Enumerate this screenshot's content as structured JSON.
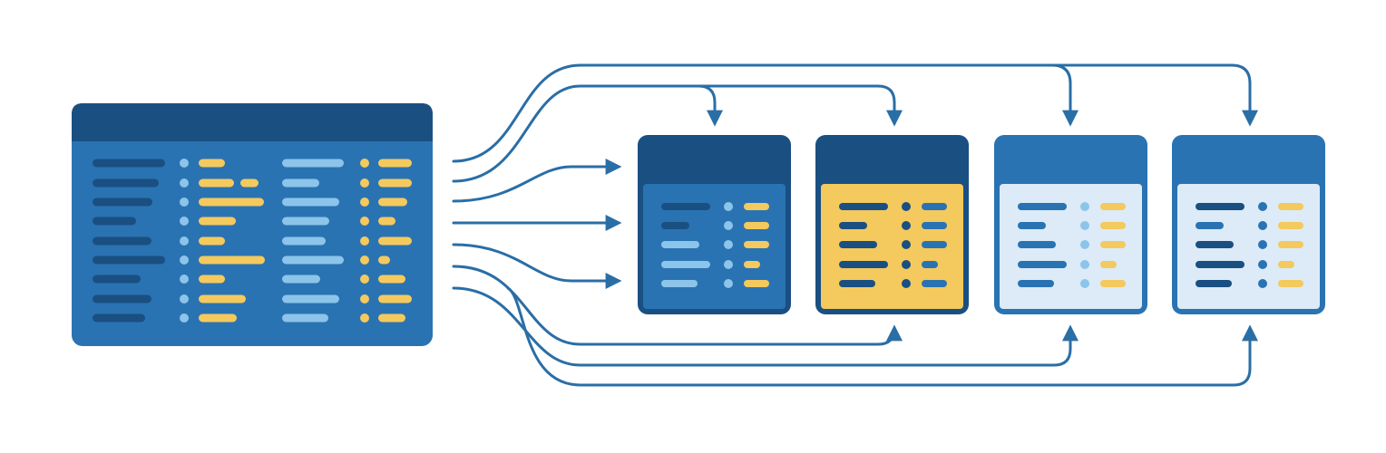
{
  "colors": {
    "background": "#ffffff",
    "dark_blue": "#1a4f82",
    "mid_blue": "#2a73b2",
    "light_blue": "#8cc4ea",
    "yellow": "#f4c95d",
    "pale_blue": "#dcebf7",
    "connector": "#2a6ea6"
  },
  "source_table": {
    "row_count": 9,
    "rows": [
      {
        "c1": 80,
        "c2": [
          29
        ],
        "c3": 68,
        "c4": 37
      },
      {
        "c1": 73,
        "c2": [
          39,
          20
        ],
        "c3": 41,
        "c4": 37
      },
      {
        "c1": 66,
        "c2": [
          72
        ],
        "c3": 63,
        "c4": 32
      },
      {
        "c1": 48,
        "c2": [
          41
        ],
        "c3": 52,
        "c4": 19
      },
      {
        "c1": 65,
        "c2": [
          29
        ],
        "c3": 48,
        "c4": 37
      },
      {
        "c1": 80,
        "c2": [
          73
        ],
        "c3": 68,
        "c4": 13
      },
      {
        "c1": 53,
        "c2": [
          29
        ],
        "c3": 42,
        "c4": 30
      },
      {
        "c1": 65,
        "c2": [
          52
        ],
        "c3": 63,
        "c4": 37
      },
      {
        "c1": 58,
        "c2": [
          42
        ],
        "c3": 51,
        "c4": 30
      }
    ]
  },
  "target_tables": [
    {
      "variant": "dark",
      "header": "dark_blue",
      "border": "dark_blue",
      "body": "mid_blue",
      "c1": [
        "dark_blue",
        "dark_blue",
        "light_blue",
        "light_blue",
        "light_blue"
      ],
      "dot": "light_blue",
      "c2": "yellow"
    },
    {
      "variant": "yellow",
      "header": "dark_blue",
      "border": "dark_blue",
      "body": "yellow",
      "c1": [
        "dark_blue",
        "dark_blue",
        "dark_blue",
        "dark_blue",
        "dark_blue"
      ],
      "dot": "dark_blue",
      "c2": "mid_blue"
    },
    {
      "variant": "light",
      "header": "mid_blue",
      "border": "mid_blue",
      "body": "pale_blue",
      "c1": [
        "mid_blue",
        "mid_blue",
        "mid_blue",
        "mid_blue",
        "mid_blue"
      ],
      "dot": "light_blue",
      "c2": "yellow"
    },
    {
      "variant": "light-dark-rows",
      "header": "mid_blue",
      "border": "mid_blue",
      "body": "pale_blue",
      "c1": [
        "dark_blue",
        "mid_blue",
        "dark_blue",
        "dark_blue",
        "dark_blue"
      ],
      "dot": "mid_blue",
      "c2": "yellow"
    }
  ],
  "target_rows": {
    "c1": [
      54,
      31,
      42,
      54,
      40
    ],
    "c2": [
      28,
      28,
      28,
      18,
      28
    ]
  }
}
